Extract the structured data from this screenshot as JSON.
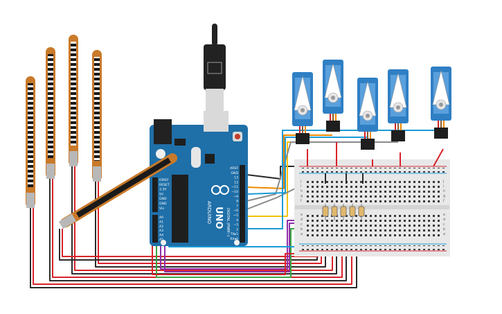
{
  "board": {
    "brand": "ARDUINO",
    "model": "UNO",
    "digital_header_title": "DIGITAL (PWM~)",
    "digital_pins": [
      "AREF",
      "GND",
      "13",
      "12",
      "~11",
      "~10",
      "~9",
      "8",
      "7",
      "~6",
      "~5",
      "4",
      "~3",
      "2",
      "TX▸1",
      "RX◂0"
    ],
    "power_pins": [
      "IOREF",
      "RESET",
      "3.3V",
      "5V",
      "GND",
      "GND",
      "Vin"
    ],
    "analog_pins": [
      "A0",
      "A1",
      "A2",
      "A3",
      "A4",
      "A5"
    ],
    "reset_label": "RESET"
  },
  "breadboard": {
    "row_letters_top": [
      "j",
      "i",
      "h",
      "g",
      "f"
    ],
    "row_letters_bottom": [
      "e",
      "d",
      "c",
      "b",
      "a"
    ]
  },
  "components": {
    "flex_sensors": 5,
    "servos": 5,
    "resistors": 5
  },
  "colors": {
    "board": "#1f6fa8",
    "flex": "#c97a2a",
    "servo": "#2f7fc4",
    "wire_red": "#d8232a",
    "wire_black": "#2b2b2b",
    "wire_blue": "#1a9bd6",
    "wire_yellow": "#f2c200",
    "wire_orange": "#f08a00",
    "wire_purple": "#8e2fa8",
    "wire_green": "#3aa640",
    "wire_gray": "#8a8a8a"
  }
}
